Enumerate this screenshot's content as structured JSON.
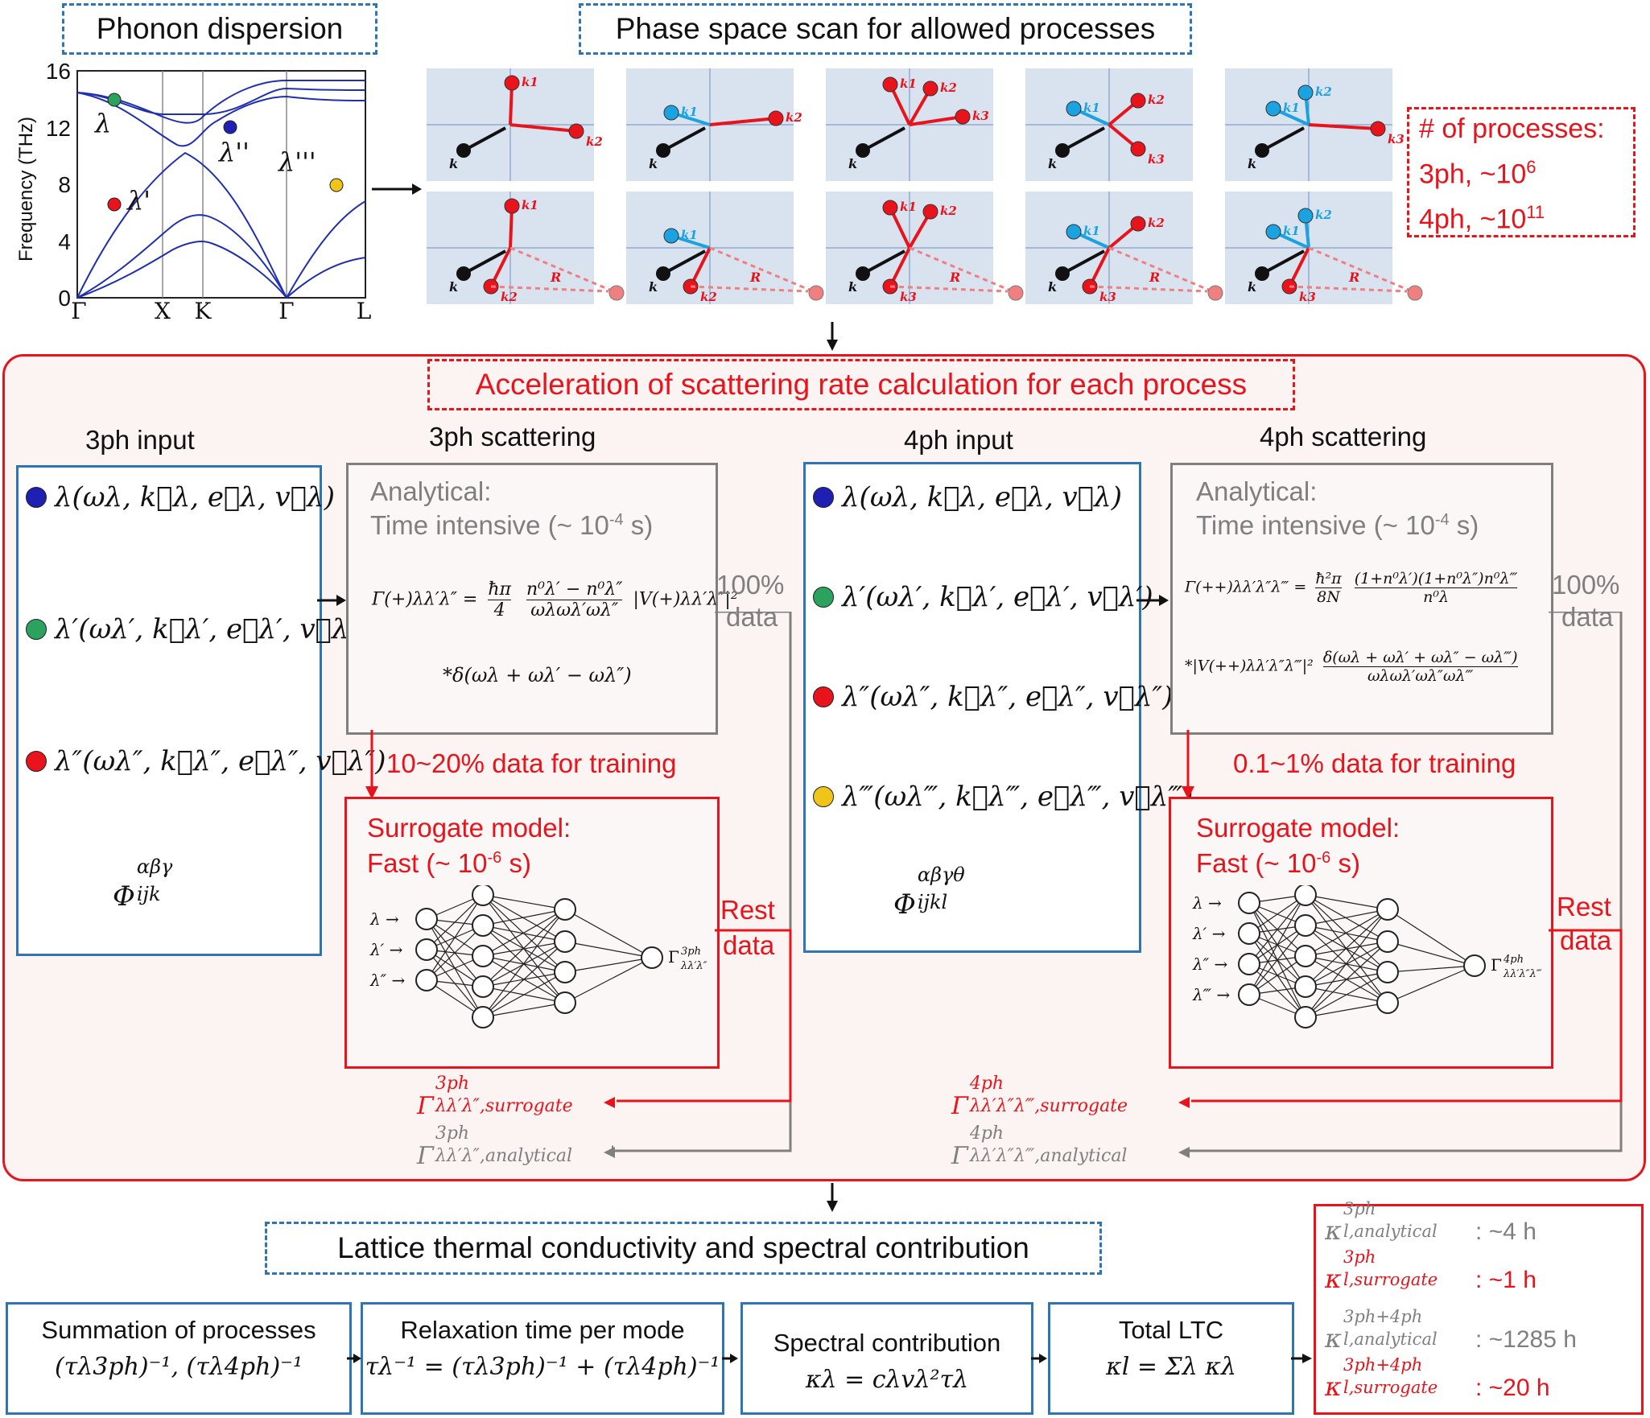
{
  "top": {
    "phonon_title": "Phonon dispersion",
    "phase_title": "Phase space scan for allowed processes",
    "processes": {
      "heading": "# of processes:",
      "l3": "3ph, ~10",
      "e3": "6",
      "l4": "4ph, ~10",
      "e4": "11"
    }
  },
  "dispersion": {
    "ylabel": "Frequency (THz)",
    "yticks": [
      "16",
      "12",
      "8",
      "4",
      "0"
    ],
    "xticks": [
      "Γ",
      "X",
      "K",
      "Γ",
      "L"
    ],
    "labels": [
      "λ",
      "λ'",
      "λ''",
      "λ'''"
    ],
    "dot_colors": {
      "lambda": "#2ca25f",
      "lambda1": "#e8131b",
      "lambda2": "#1f1fb4",
      "lambda3": "#f0c419"
    }
  },
  "phase_labels": {
    "k": "k",
    "k1": "k1",
    "k2": "k2",
    "k3": "k3",
    "R": "R"
  },
  "accel": {
    "title": "Acceleration of scattering rate calculation for each process",
    "h3_input": "3ph input",
    "h3_scatter": "3ph scattering",
    "h4_input": "4ph input",
    "h4_scatter": "4ph scattering",
    "inputs3": [
      "λ(ωλ, k⃗λ, e⃗λ, v⃗λ)",
      "λ′(ωλ′, k⃗λ′, e⃗λ′, v⃗λ′)",
      "λ″(ωλ″, k⃗λ″, e⃗λ″, v⃗λ″)"
    ],
    "inputs4": [
      "λ(ωλ, k⃗λ, e⃗λ, v⃗λ)",
      "λ′(ωλ′, k⃗λ′, e⃗λ′, v⃗λ′)",
      "λ″(ωλ″, k⃗λ″, e⃗λ″, v⃗λ″)",
      "λ‴(ωλ‴, k⃗λ‴, e⃗λ‴, v⃗λ‴)"
    ],
    "phi3": "Φ",
    "phi3_sup": "αβγ",
    "phi3_sub": "ijk",
    "phi4": "Φ",
    "phi4_sup": "αβγθ",
    "phi4_sub": "ijkl",
    "analytical": "Analytical:",
    "time_intensive": "Time intensive (~ 10",
    "time_exp": "-4",
    "time_unit": " s)",
    "full_data_pct": "100%",
    "full_data": "data",
    "train3": "10~20% data for training",
    "train4": "0.1~1% data for training",
    "surrogate": "Surrogate model:",
    "fast": "Fast (~ 10",
    "fast_exp": "-6",
    "fast_unit": " s)",
    "rest1": "Rest",
    "rest2": "data",
    "nn3_inputs": [
      "λ",
      "λ′",
      "λ″"
    ],
    "nn4_inputs": [
      "λ",
      "λ′",
      "λ″",
      "λ‴"
    ],
    "gamma": "Γ",
    "out3_sup": "3ph",
    "out3_sub": "λλ′λ″",
    "out4_sup": "4ph",
    "out4_sub": "λλ′λ″λ‴",
    "surr3_sub": "λλ′λ″,surrogate",
    "anal3_sub": "λλ′λ″,analytical",
    "surr4_sub": "λλ′λ″λ‴,surrogate",
    "anal4_sub": "λλ′λ″λ‴,analytical",
    "f3_lhs": "Γ(+)λλ′λ″ =",
    "f3_num": "ħπ",
    "f3_den": "4",
    "f3_frac_num": "n⁰λ′ − n⁰λ″",
    "f3_frac_den": "ωλωλ′ωλ″",
    "f3_tail": "|V(+)λλ′λ″|²",
    "f3_delta": "*δ(ωλ + ωλ′ − ωλ″)",
    "f4_lhs": "Γ(++)λλ′λ″λ‴ =",
    "f4_num": "ħ²π",
    "f4_den": "8N",
    "f4_frac_num": "(1+n⁰λ′)(1+n⁰λ″)n⁰λ‴",
    "f4_frac_den": "n⁰λ",
    "f4_v": "*|V(++)λλ′λ″λ‴|²",
    "f4_d_num": "δ(ωλ + ωλ′ + ωλ″ − ωλ‴)",
    "f4_d_den": "ωλωλ′ωλ″ωλ‴"
  },
  "bottom": {
    "title": "Lattice thermal conductivity and spectral contribution",
    "boxes": [
      {
        "title": "Summation of processes",
        "math": "(τλ3ph)⁻¹, (τλ4ph)⁻¹"
      },
      {
        "title": "Relaxation time per mode",
        "math": "τλ⁻¹ = (τλ3ph)⁻¹ + (τλ4ph)⁻¹"
      },
      {
        "title": "Spectral contribution",
        "math": "κλ = cλvλ²τλ"
      },
      {
        "title": "Total LTC",
        "math": "κl = Σλ κλ"
      }
    ],
    "timings": [
      {
        "sup": "3ph",
        "sub": "l,analytical",
        "val": ": ~4 h",
        "color": "#7f7f7f"
      },
      {
        "sup": "3ph",
        "sub": "l,surrogate",
        "val": ": ~1 h",
        "color": "#e8131b"
      },
      {
        "sup": "3ph+4ph",
        "sub": "l,analytical",
        "val": ": ~1285 h",
        "color": "#7f7f7f"
      },
      {
        "sup": "3ph+4ph",
        "sub": "l,surrogate",
        "val": ": ~20 h",
        "color": "#e8131b"
      }
    ],
    "kappa": "κ"
  },
  "colors": {
    "blue": "#2e75b6",
    "red": "#e8131b",
    "gray": "#7f7f7f",
    "panel": "#d9e2ef",
    "cyan": "#1aa3e0"
  }
}
